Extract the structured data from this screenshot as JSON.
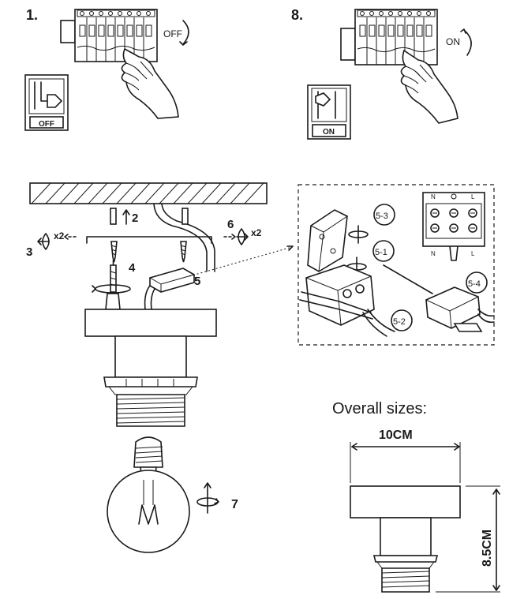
{
  "steps": {
    "step1": "1.",
    "step8": "8.",
    "s2": "2",
    "s3": "3",
    "s4": "4",
    "s5": "5",
    "s6": "6",
    "s7": "7",
    "x2_left": "x2",
    "x2_right": "x2"
  },
  "switch_off": {
    "label": "OFF",
    "arrow_text": "OFF"
  },
  "switch_on": {
    "label": "ON",
    "arrow_text": "ON"
  },
  "connector_callouts": [
    "5-3",
    "5-1",
    "5-2",
    "5-4"
  ],
  "terminal_labels": {
    "n_top": "N",
    "l_top": "L",
    "n_bottom": "N",
    "l_bottom": "L"
  },
  "dimensions": {
    "title": "Overall sizes:",
    "width": "10CM",
    "height": "8.5CM"
  }
}
